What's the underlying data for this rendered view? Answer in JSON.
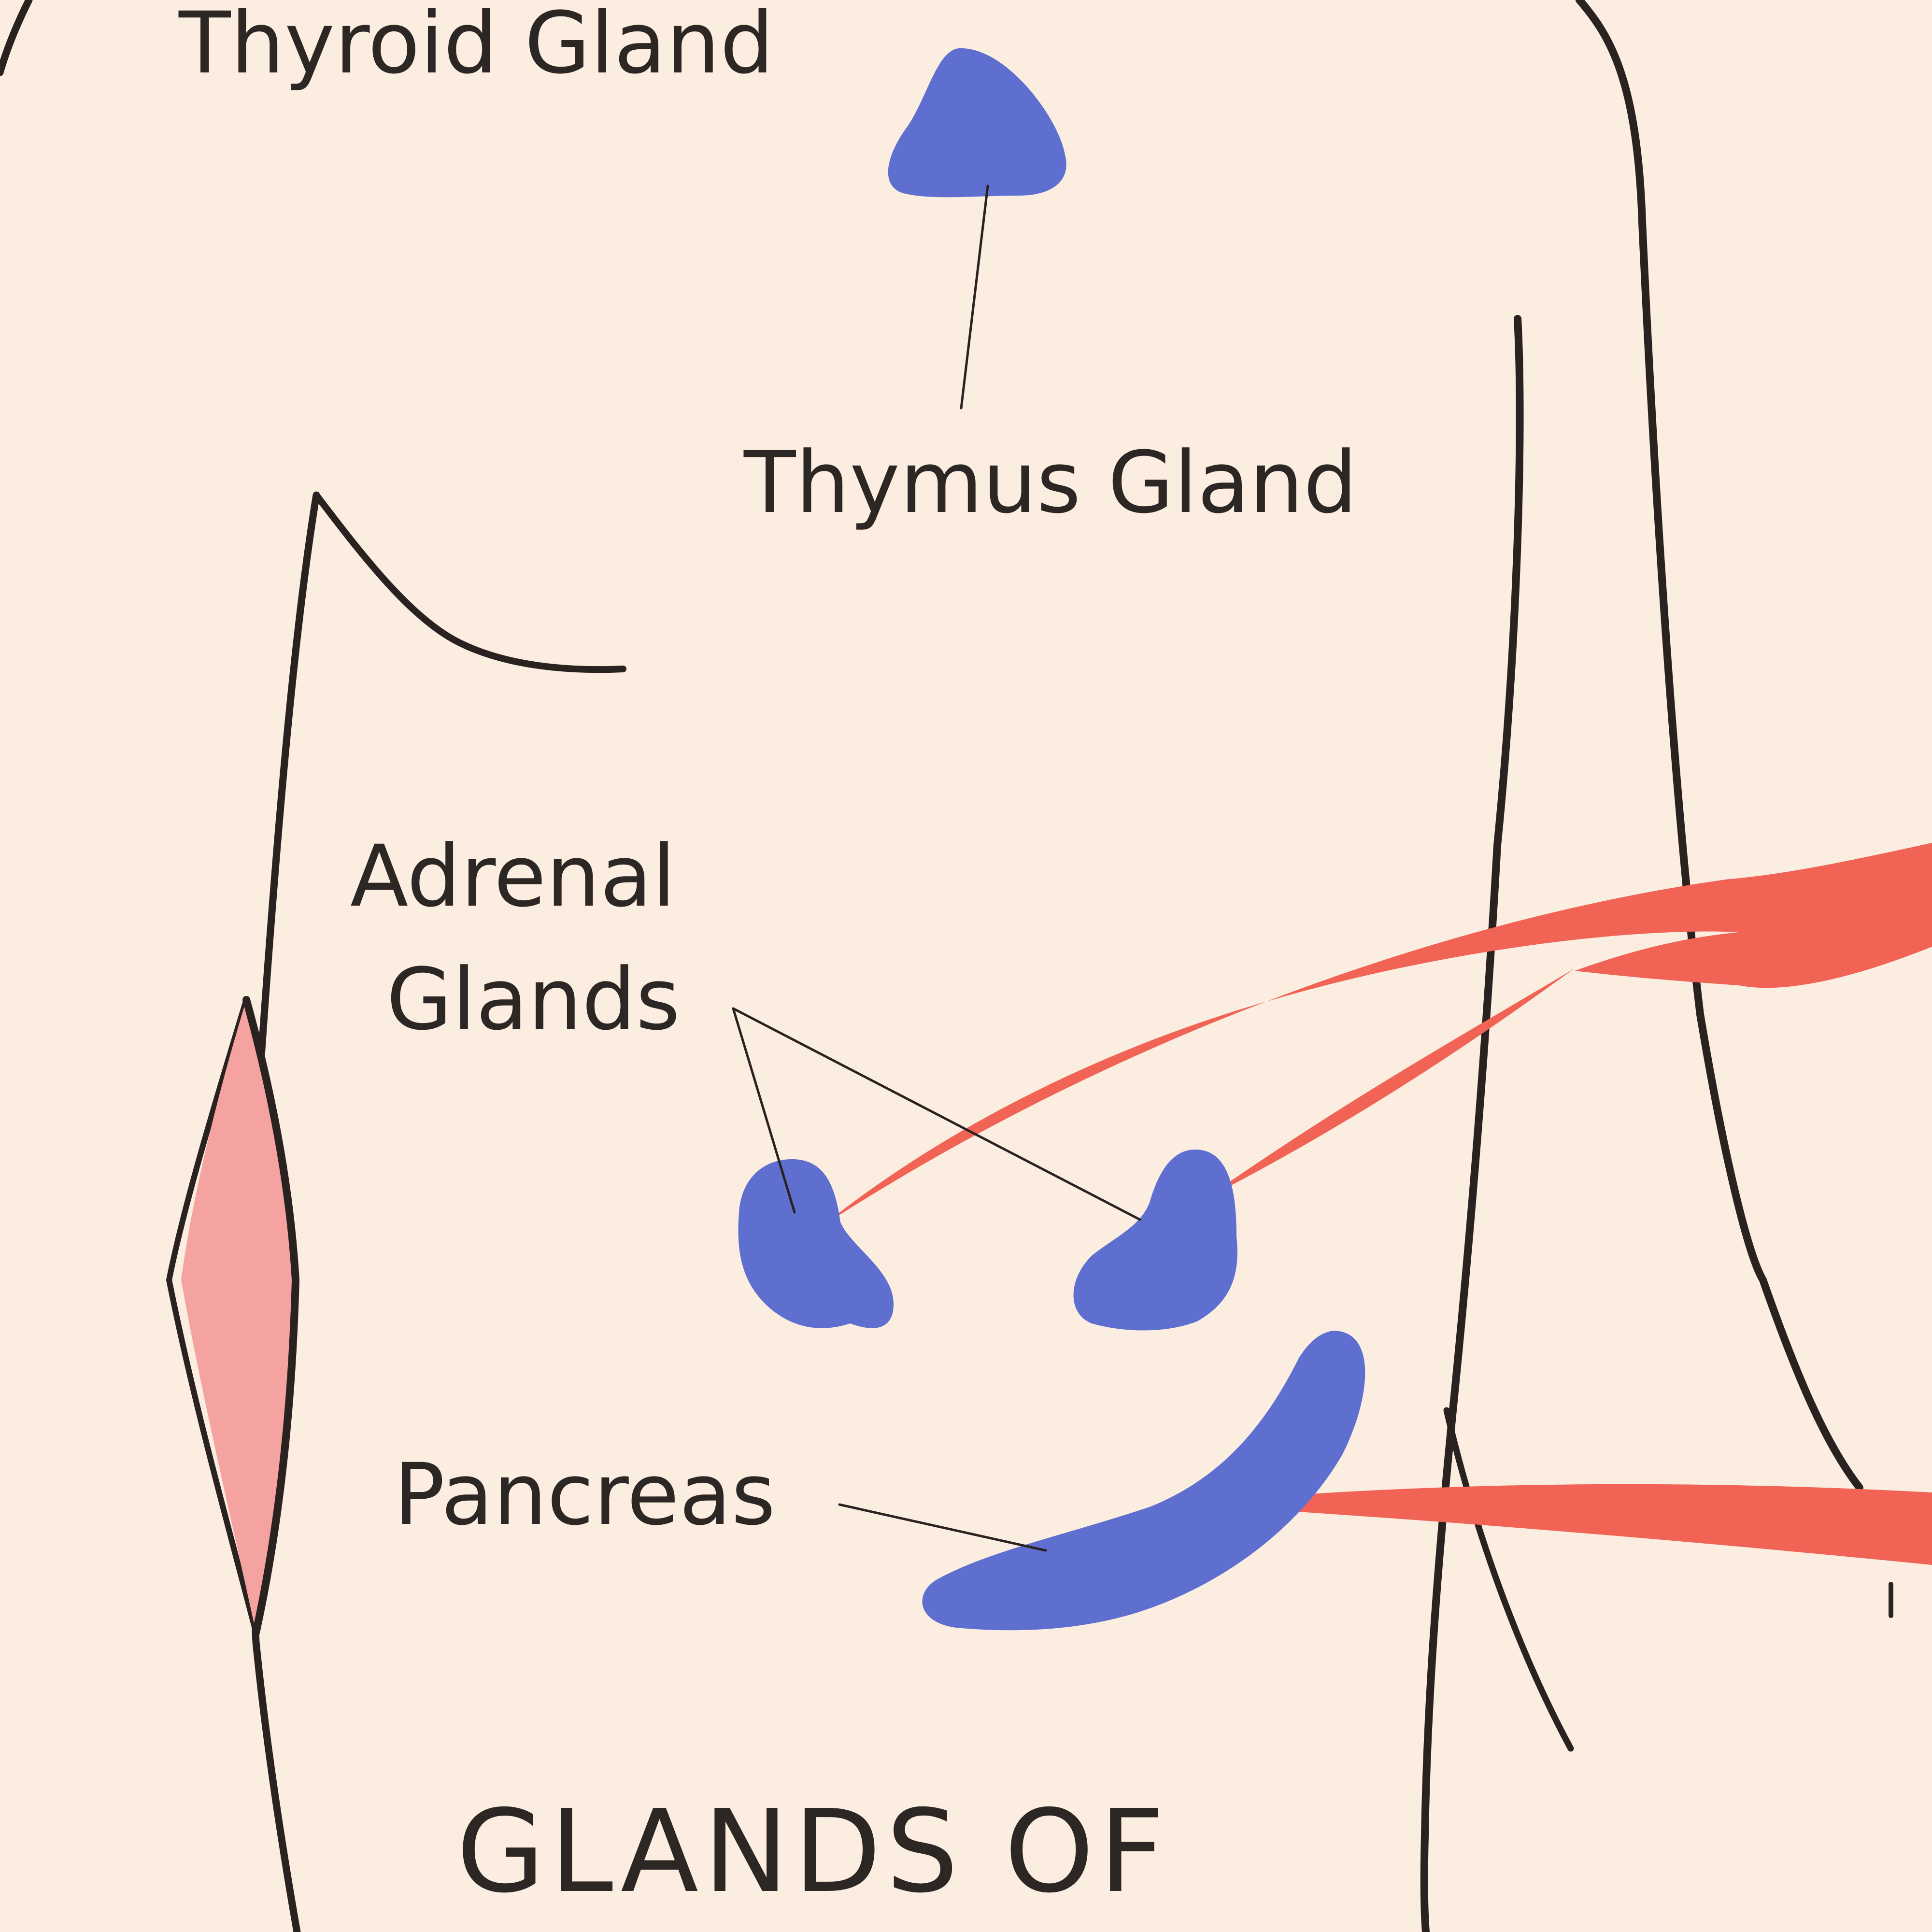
{
  "diagram": {
    "labels": {
      "thyroid": "Thyroid Gland",
      "thymus": "Thymus Gland",
      "adrenal_line1": "Adrenal",
      "adrenal_line2": "Glands",
      "pancreas": "Pancreas"
    },
    "title": "GLANDS OF"
  },
  "colors": {
    "background": "#fbeee0",
    "outline": "#2a2220",
    "gland": "#5e6fd0",
    "nerve": "#f06355",
    "arm_fill": "#f4a3a0",
    "text": "#2c2624"
  }
}
